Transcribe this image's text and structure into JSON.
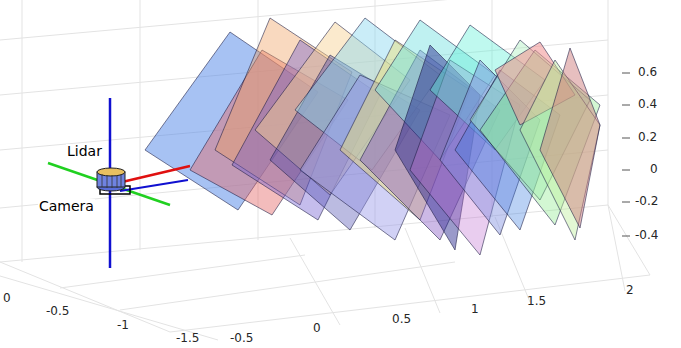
{
  "diagram": {
    "labels": [
      "Lidar",
      "Camera",
      "0.6",
      "0.4",
      "0.2",
      "0",
      "-0.2",
      "-0.4",
      "0",
      "-0.5",
      "-1",
      "-1.5",
      "-0.5",
      "0",
      "0.5",
      "1",
      "1.5",
      "2"
    ]
  }
}
